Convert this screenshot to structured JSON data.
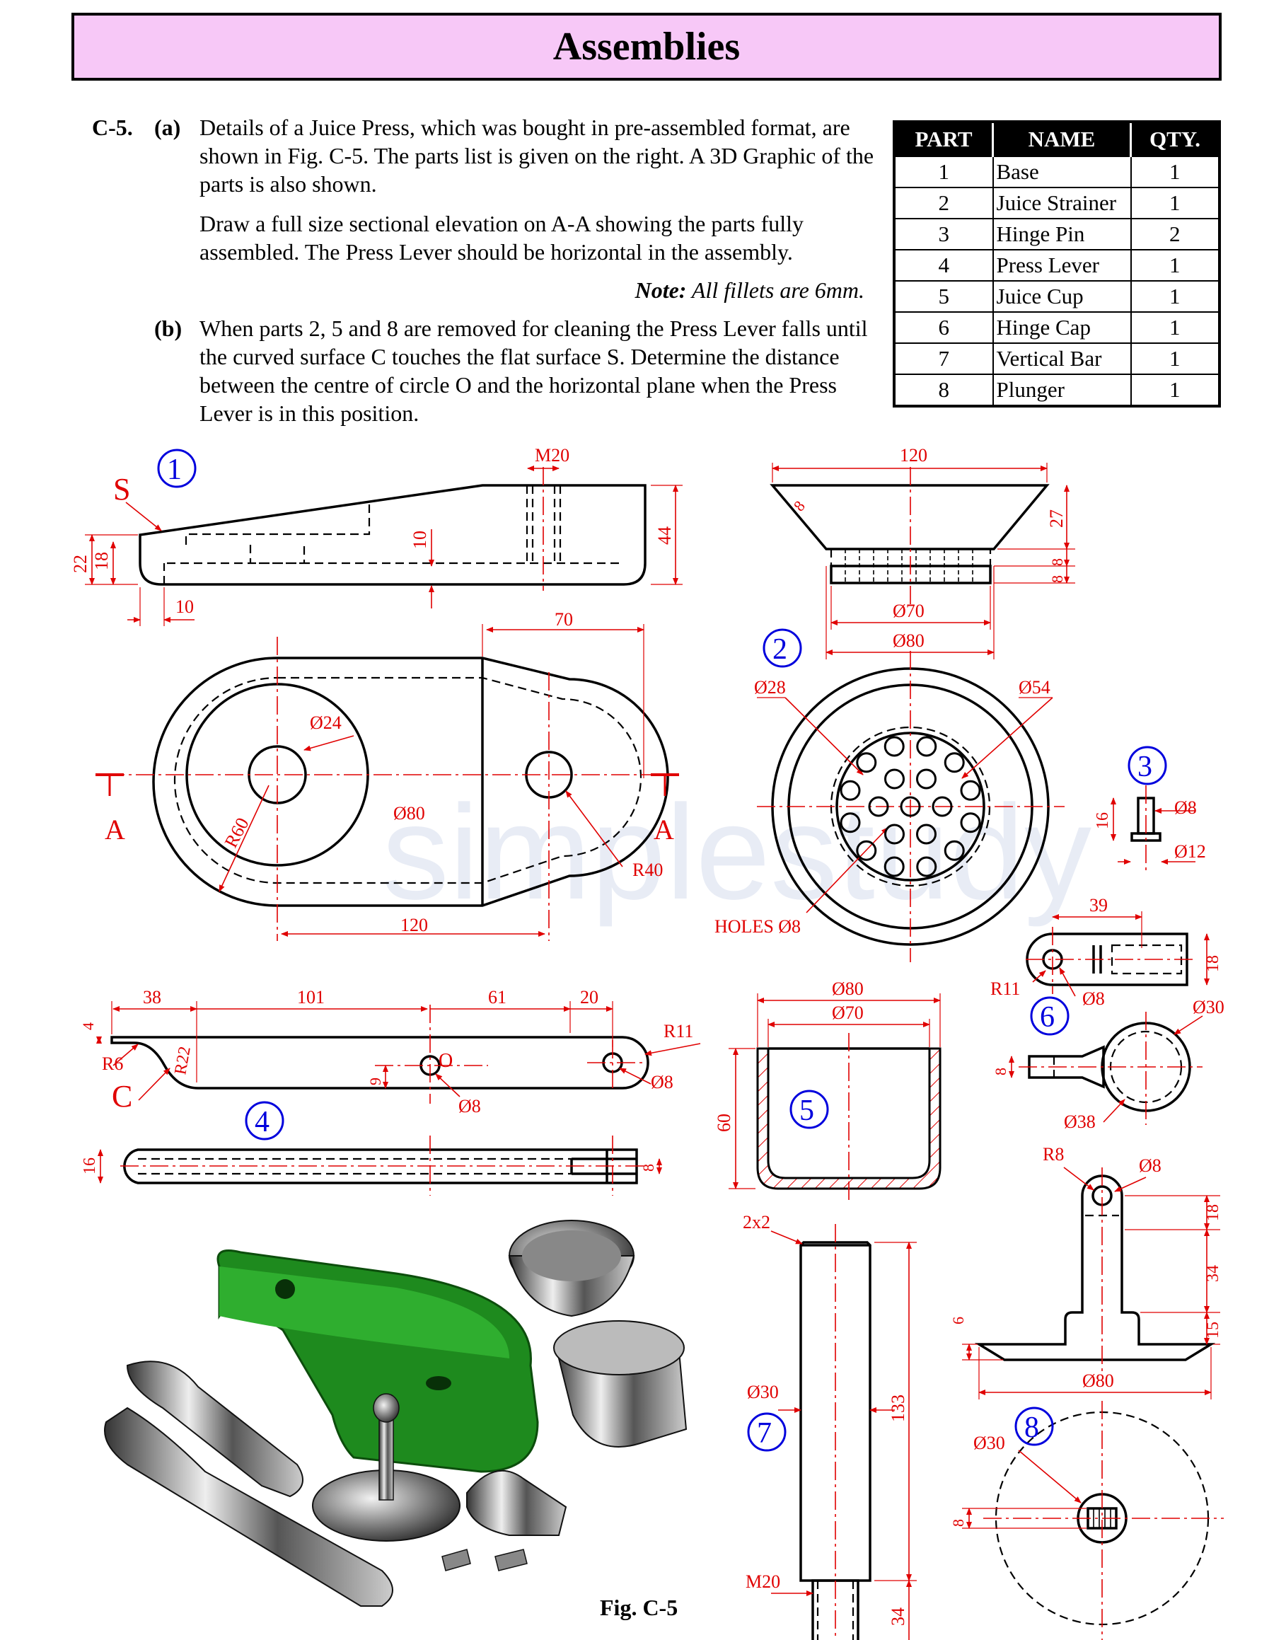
{
  "title": "Assemblies",
  "question": {
    "number": "C-5.",
    "part_a_label": "(a)",
    "part_a_text_1": "Details of a Juice Press, which was bought in pre-assembled format, are shown in Fig. C-5. The parts list is given on the right. A 3D Graphic of the parts is also shown.",
    "part_a_text_2": "Draw a full size sectional elevation on A-A showing the parts fully assembled.  The Press Lever should be horizontal in the assembly.",
    "note_label": "Note:",
    "note_text": "All fillets are 6mm.",
    "part_b_label": "(b)",
    "part_b_text": "When parts 2, 5 and 8 are removed for cleaning the Press Lever falls until the curved surface C touches the flat surface S. Determine the distance between the centre of circle O and the horizontal plane when the Press Lever is in this position."
  },
  "parts_table": {
    "headers": [
      "PART",
      "NAME",
      "QTY."
    ],
    "rows": [
      {
        "part": "1",
        "name": "Base",
        "qty": "1"
      },
      {
        "part": "2",
        "name": "Juice Strainer",
        "qty": "1"
      },
      {
        "part": "3",
        "name": "Hinge Pin",
        "qty": "2"
      },
      {
        "part": "4",
        "name": "Press Lever",
        "qty": "1"
      },
      {
        "part": "5",
        "name": "Juice Cup",
        "qty": "1"
      },
      {
        "part": "6",
        "name": "Hinge Cap",
        "qty": "1"
      },
      {
        "part": "7",
        "name": "Vertical Bar",
        "qty": "1"
      },
      {
        "part": "8",
        "name": "Plunger",
        "qty": "1"
      }
    ]
  },
  "part_labels": [
    "1",
    "2",
    "3",
    "4",
    "5",
    "6",
    "7",
    "8"
  ],
  "letters": {
    "S": "S",
    "A": "A",
    "C": "C",
    "O": "O"
  },
  "dims": {
    "p1": {
      "m20": "M20",
      "d22": "22",
      "d18": "18",
      "d10a": "10",
      "d10b": "10",
      "d44": "44",
      "d70": "70",
      "d24": "Ø24",
      "d80": "Ø80",
      "r60": "R60",
      "r40": "R40",
      "d120": "120"
    },
    "p2": {
      "d120": "120",
      "d27": "27",
      "d8a": "8",
      "d8b": "8",
      "d8c": "8",
      "d70": "Ø70",
      "d80": "Ø80",
      "d28": "Ø28",
      "d54": "Ø54",
      "holes": "HOLES Ø8"
    },
    "p3": {
      "d16": "16",
      "d8": "Ø8",
      "d12": "Ø12"
    },
    "p4": {
      "d38": "38",
      "d101": "101",
      "d61": "61",
      "d20": "20",
      "d4": "4",
      "r6": "R6",
      "r22": "R22",
      "d9": "9",
      "d8a": "Ø8",
      "d8b": "Ø8",
      "r11": "R11",
      "d16": "16",
      "d8c": "8"
    },
    "p5": {
      "d80": "Ø80",
      "d70": "Ø70",
      "d60": "60"
    },
    "p6": {
      "d39": "39",
      "d18": "18",
      "r11": "R11",
      "d8": "Ø8",
      "d30": "Ø30",
      "d8b": "8",
      "d38": "Ø38"
    },
    "p7": {
      "chamfer": "2x2",
      "d30": "Ø30",
      "d133": "133",
      "m20": "M20",
      "d34": "34"
    },
    "p8": {
      "r8": "R8",
      "d8": "Ø8",
      "d18": "18",
      "d34": "34",
      "d15": "15",
      "d6": "6",
      "d80": "Ø80",
      "d30": "Ø30",
      "d8b": "8"
    }
  },
  "watermark": "simplestudy",
  "figure_caption": "Fig. C-5",
  "colors": {
    "title_bg": "#f7c8f7",
    "dimension": "#e00000",
    "part_label": "#0000dd",
    "base_3d": "#1e8a1e"
  }
}
